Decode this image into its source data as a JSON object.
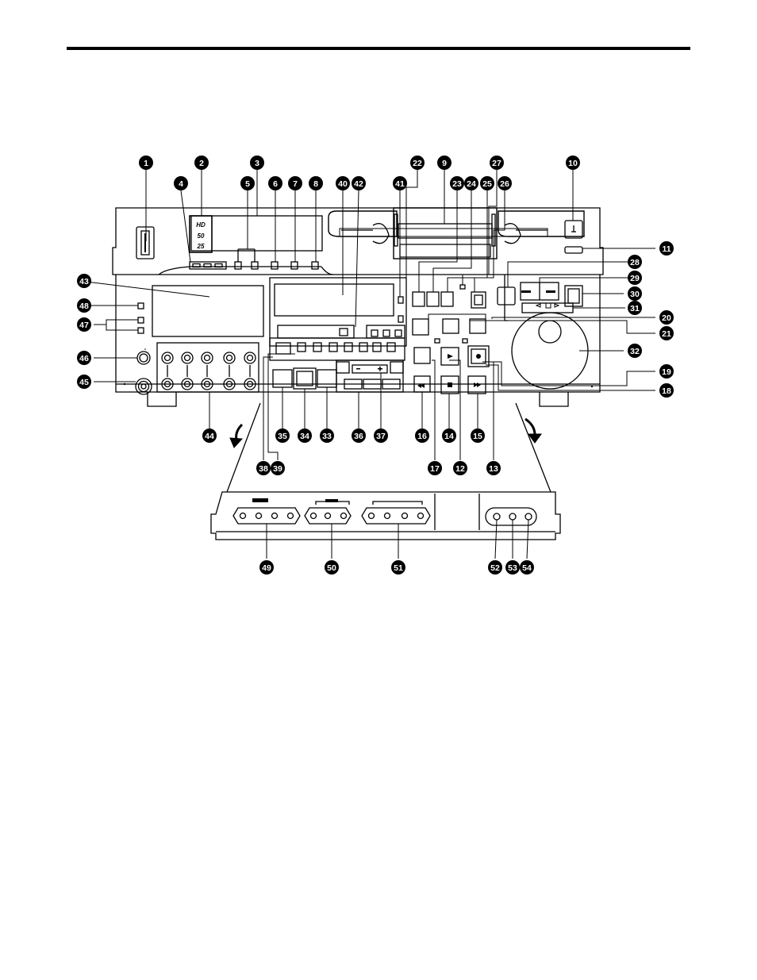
{
  "callouts": [
    "1",
    "2",
    "3",
    "4",
    "5",
    "6",
    "7",
    "8",
    "9",
    "10",
    "11",
    "12",
    "13",
    "14",
    "15",
    "16",
    "17",
    "18",
    "19",
    "20",
    "21",
    "22",
    "23",
    "24",
    "25",
    "26",
    "27",
    "28",
    "29",
    "30",
    "31",
    "32",
    "33",
    "34",
    "35",
    "36",
    "37",
    "38",
    "39",
    "40",
    "41",
    "42",
    "43",
    "44",
    "45",
    "46",
    "47",
    "48",
    "49",
    "50",
    "51",
    "52",
    "53",
    "54"
  ],
  "format_logos": [
    "HD",
    "50",
    "25"
  ],
  "colors": {
    "ink": "#000000",
    "panel": "#ffffff",
    "callout_fill": "#000000",
    "callout_text": "#ffffff"
  },
  "icons": {
    "play": "play-icon",
    "record": "record-icon",
    "stop": "stop-icon",
    "rewind": "rewind-icon",
    "fast_forward": "fast-forward-icon",
    "arrow": "curved-arrow-icon"
  }
}
